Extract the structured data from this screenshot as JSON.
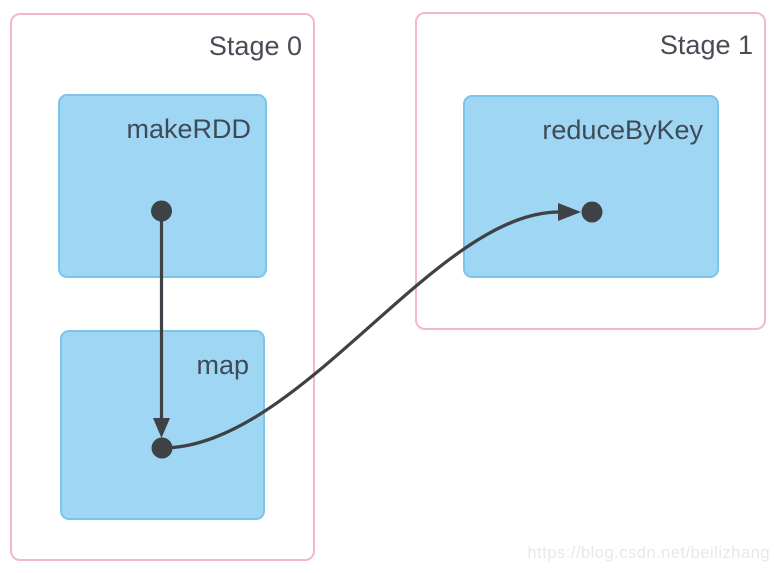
{
  "colors": {
    "background": "#ffffff",
    "stage_border": "#f3b9c5",
    "node_fill": "#9fd6f3",
    "node_border": "#7dc4ea",
    "ink": "#3e4145",
    "node_label": "#3f4a57",
    "stage_label": "#4a4c55",
    "watermark": "#e8e8e8"
  },
  "diagram": {
    "type": "spark-dag",
    "stages": [
      {
        "label": "Stage 0",
        "nodes": [
          {
            "label": "makeRDD"
          },
          {
            "label": "map"
          }
        ]
      },
      {
        "label": "Stage 1",
        "nodes": [
          {
            "label": "reduceByKey"
          }
        ]
      }
    ],
    "edges": [
      {
        "from": "makeRDD",
        "to": "map",
        "shape": "straight-vertical-arrow"
      },
      {
        "from": "map",
        "to": "reduceByKey",
        "shape": "s-curve-arrow"
      }
    ]
  },
  "watermark": {
    "text": "https://blog.csdn.net/beilizhang"
  }
}
